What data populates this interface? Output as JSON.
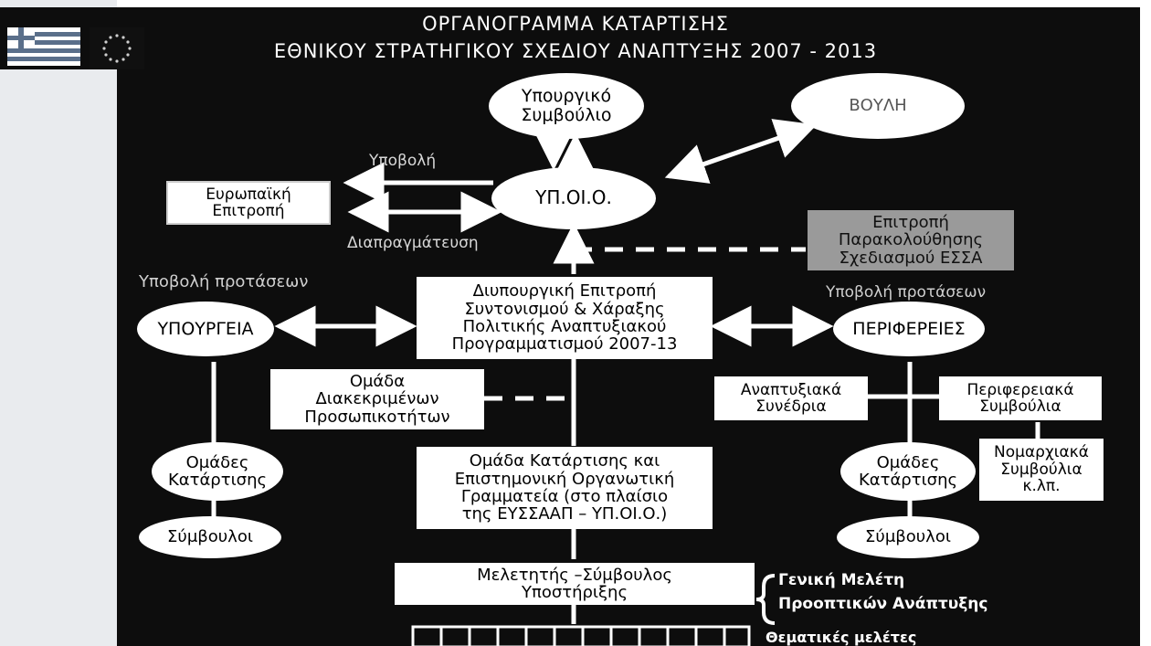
{
  "header": {
    "line1": "ΟΡΓΑΝΟΓΡΑΜΜΑ ΚΑΤΑΡΤΙΣΗΣ",
    "line2": "ΕΘΝΙΚΟΥ ΣΤΡΑΤΗΓΙΚΟΥ ΣΧΕΔΙΟΥ ΑΝΑΠΤΥΞΗΣ 2007 - 2013"
  },
  "nodes": {
    "ypourgiko": [
      "Υπουργικό",
      "Συμβούλιο"
    ],
    "vouli": "ΒΟΥΛΗ",
    "ypoio": "ΥΠ.ΟΙ.Ο.",
    "europaiki": [
      "Ευρωπαϊκή",
      "Επιτροπή"
    ],
    "parakolouthisi": [
      "Επιτροπή",
      "Παρακολούθησης",
      "Σχεδιασμού ΕΣΣΑ"
    ],
    "diupourgiki": [
      "Διυπουργική Επιτροπή",
      "Συντονισμού & Χάραξης",
      "Πολιτικής Αναπτυξιακού",
      "Προγραμματισμού 2007-13"
    ],
    "ypourgeia": "ΥΠΟΥΡΓΕΙΑ",
    "perifereies": "ΠΕΡΙΦΕΡΕΙΕΣ",
    "omada_diakekrimenon": [
      "Ομάδα",
      "Διακεκριμένων",
      "Προσωπικοτήτων"
    ],
    "anaptyxiaka": [
      "Αναπτυξιακά",
      "Συνέδρια"
    ],
    "perifereiaka": [
      "Περιφερειακά",
      "Συμβούλια"
    ],
    "omades_left": [
      "Ομάδες",
      "Κατάρτισης"
    ],
    "omades_right": [
      "Ομάδες",
      "Κατάρτισης"
    ],
    "omada_katartisis": [
      "Ομάδα Κατάρτισης και",
      "Επιστημονική Οργανωτική",
      "Γραμματεία (στο πλαίσιο",
      "της ΕΥΣΣΑΑΠ – ΥΠ.ΟΙ.Ο.)"
    ],
    "nomarxiaka": [
      "Νομαρχιακά",
      "Συμβούλια",
      "κ.λπ."
    ],
    "symvouloi_left": "Σύμβουλοι",
    "symvouloi_right": "Σύμβουλοι",
    "meletitis": [
      "Μελετητής –Σύμβουλος",
      "Υποστήριξης"
    ]
  },
  "labels": {
    "ypovoli": "Υποβολή",
    "diapragmateusi": "Διαπραγμάτευση",
    "ypovoli_protaseon_left": "Υποβολή προτάσεων",
    "ypovoli_protaseon_right": "Υποβολή προτάσεων",
    "geniki_1": "Γενική Μελέτη",
    "geniki_2": "Προοπτικών Ανάπτυξης",
    "thematikes": "Θεματικές μελέτες"
  },
  "colors": {
    "background": "#0d0d0d",
    "node_fill": "#ffffff",
    "monitoring_box": "#9a9a9a",
    "text_on_dark": "#ffffff"
  },
  "icons": [
    "greek-flag-icon",
    "eu-flag-icon"
  ]
}
